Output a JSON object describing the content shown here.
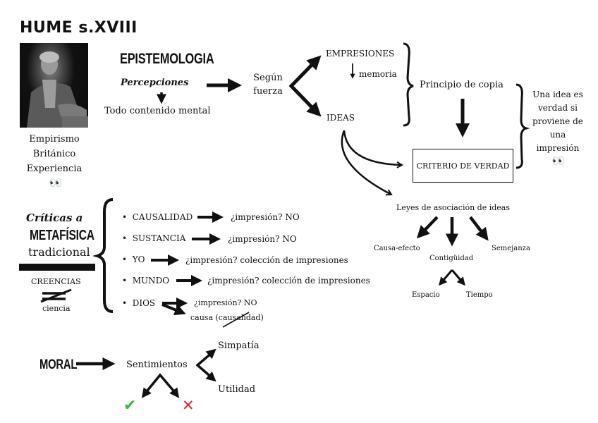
{
  "title": "HUME s.XVIII",
  "portrait": {
    "subject": "David Hume portrait",
    "icon": "portrait-image"
  },
  "left_labels": [
    "Empirismo",
    "Británico",
    "Experiencia"
  ],
  "eyes_icon": "eyes-emoji",
  "eyes_glyph": "👀",
  "epistemologia": {
    "heading": "EPISTEMOLOGIA",
    "percepciones": "Percepciones",
    "todo_contenido": "Todo contenido mental",
    "segun": "Según",
    "fuerza": "fuerza",
    "empresiones": "EMPRESIONES",
    "memoria": "memoria",
    "ideas": "IDEAS",
    "principio": "Principio de copia",
    "criterio": "CRITERIO DE VERDAD",
    "verdad_lines": [
      "Una idea es",
      "verdad si",
      "proviene de",
      "una",
      "impresión"
    ],
    "leyes": "Leyes de asociación de ideas",
    "causa_efecto": "Causa-efecto",
    "contiguidad": "Contigüidad",
    "semejanza": "Semejanza",
    "espacio": "Espacio",
    "tiempo": "Tiempo"
  },
  "criticas": {
    "line1": "Críticas a",
    "line2": "METAFÍSICA",
    "line3": "tradicional",
    "creencias": "CREENCIAS",
    "ciencia": "ciencia",
    "items": [
      {
        "bullet": "•",
        "label": "CAUSALIDAD",
        "result": "¿impresión? NO"
      },
      {
        "bullet": "•",
        "label": "SUSTANCIA",
        "result": "¿impresión? NO"
      },
      {
        "bullet": "•",
        "label": "YO",
        "result": "¿impresión? colección de impresiones"
      },
      {
        "bullet": "•",
        "label": "MUNDO",
        "result": "¿impresión? colección de impresiones"
      },
      {
        "bullet": "•",
        "label": "DIOS",
        "result": "¿impresión? NO",
        "result2": "causa (causalidad)"
      }
    ]
  },
  "moral": {
    "heading": "MORAL",
    "sentimientos": "Sentimientos",
    "simpatia": "Simpatía",
    "utilidad": "Utilidad",
    "check_glyph": "✔",
    "cross_glyph": "✕",
    "colors": {
      "check": "#3dbb3a",
      "cross": "#d42a2a"
    }
  }
}
